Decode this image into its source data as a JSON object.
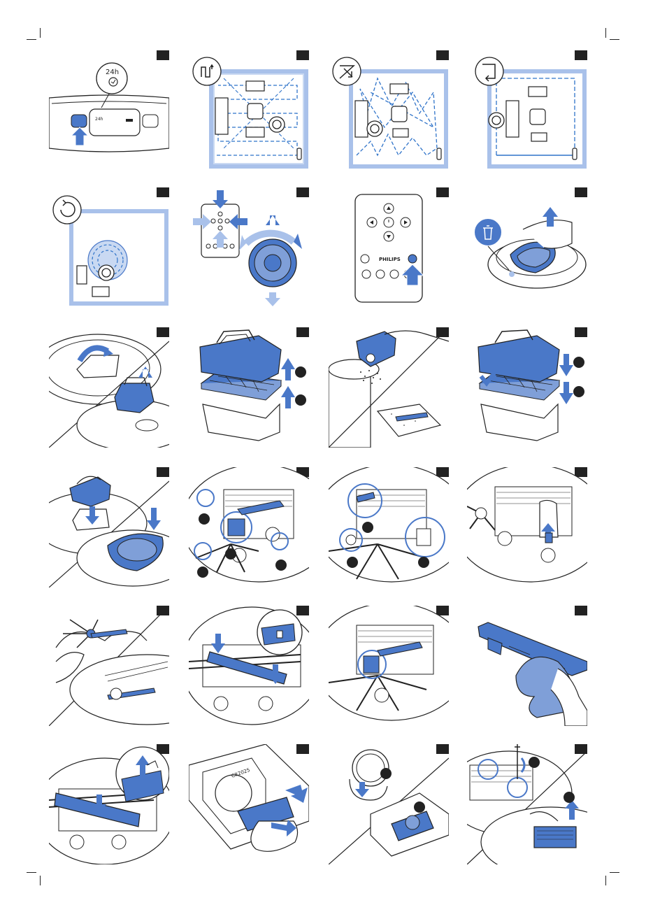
{
  "timer_bubble": {
    "label": "24h"
  },
  "remote_brand": "PHILIPS",
  "battery_model": "CR2025",
  "colors": {
    "accent": "#4a78c8",
    "accent_light": "#a9c1ea",
    "outline": "#222222",
    "dash": "#2f73c9",
    "field": "#c9d9f2"
  },
  "icons": [
    "timer-icon",
    "clock-icon",
    "random-mode-icon",
    "zigzag-mode-icon",
    "wall-follow-mode-icon",
    "spiral-mode-icon",
    "trash-icon",
    "checkmark-icon",
    "power-icon",
    "home-icon"
  ]
}
